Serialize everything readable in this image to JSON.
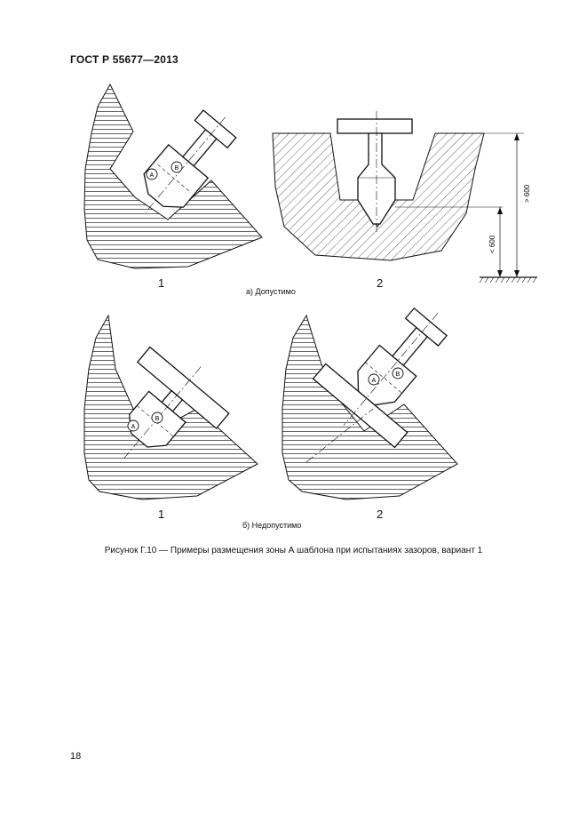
{
  "header": {
    "doc_id": "ГОСТ Р 55677—2013"
  },
  "figure": {
    "panel_a": {
      "label_left": "1",
      "label_right": "2",
      "caption": "а) Допустимо"
    },
    "panel_b": {
      "label_left": "1",
      "label_right": "2",
      "caption": "б) Недопустимо"
    },
    "zone_a": "A",
    "zone_b": "B",
    "dim_upper": "> 600",
    "dim_lower": "< 600"
  },
  "caption": "Рисунок Г.10 — Примеры размещения зоны А шаблона при испытаниях зазоров, вариант 1",
  "page_number": "18"
}
